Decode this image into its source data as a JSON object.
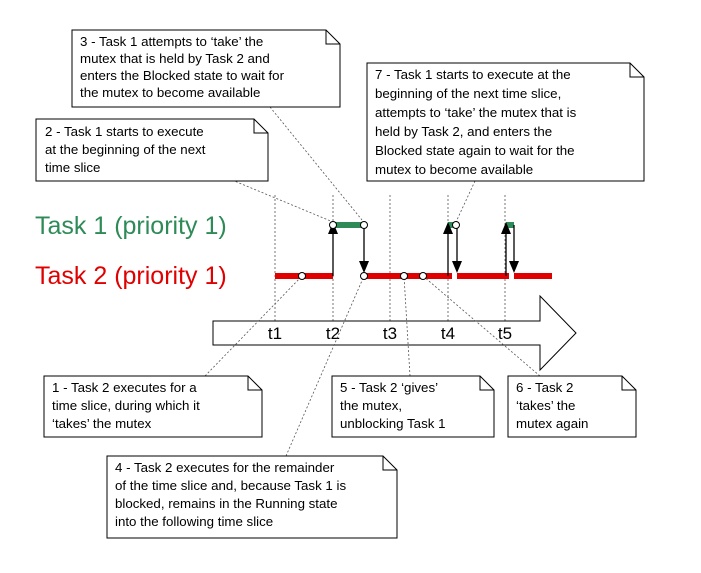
{
  "colors": {
    "task1": "#2e8b57",
    "task2": "#e00000",
    "note_border": "#000000",
    "guide": "#555555"
  },
  "tasks": {
    "task1_label": "Task 1 (priority 1)",
    "task2_label": "Task 2 (priority 1)"
  },
  "timeline": {
    "ticks": [
      "t1",
      "t2",
      "t3",
      "t4",
      "t5"
    ]
  },
  "notes": {
    "n1": [
      "1 - Task 2 executes for a",
      "time slice, during which it",
      "‘takes’ the mutex"
    ],
    "n2": [
      "2 - Task 1 starts to execute",
      "at the beginning of the next",
      "time slice"
    ],
    "n3": [
      "3 - Task 1 attempts to ‘take’ the",
      "mutex that is held by Task 2 and",
      "enters the Blocked state to wait for",
      "the mutex to become available"
    ],
    "n4": [
      "4 - Task 2 executes for the remainder",
      "of the time slice and, because Task 1 is",
      "blocked, remains in the Running state",
      "into the following time slice"
    ],
    "n5": [
      "5 - Task 2 ‘gives’",
      "the mutex,",
      "unblocking Task 1"
    ],
    "n6": [
      "6 - Task 2",
      "‘takes’ the",
      "mutex again"
    ],
    "n7": [
      "7 - Task 1 starts to execute at the",
      "beginning of the next time slice,",
      "attempts to ‘take’ the mutex that is",
      "held by Task 2, and enters the",
      "Blocked state again to wait for the",
      "mutex to become available"
    ]
  }
}
